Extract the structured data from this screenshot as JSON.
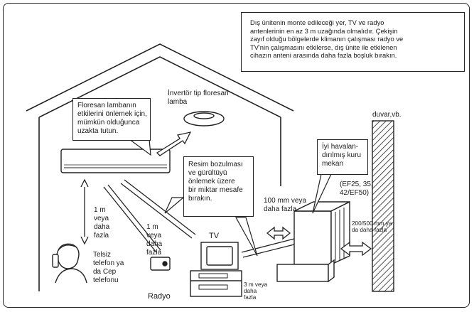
{
  "note_lines": [
    "Dış ünitenin monte edileceği yer, TV ve radyo",
    "antenlerinin en az 3 m uzağında olmalıdır. Çekişin",
    "zayıf olduğu bölgelerde klimanın çalışması radyo ve",
    "TV'nin çalışmasını etkilerse, dış ünite ile etkilenen",
    "cihazın anteni arasında daha fazla boşluk bırakın."
  ],
  "fluorescent_box": [
    "Floresan lambanın",
    "etkilerini önlemek için,",
    "mümkün olduğunca",
    "uzakta tutun."
  ],
  "inverter_lamp": [
    "İnvertör tip floresan",
    "lamba"
  ],
  "resim_box": [
    "Resim bozulması",
    "ve gürültüyü",
    "önlemek üzere",
    "bir miktar mesafe",
    "bırakın."
  ],
  "ventilated_box": [
    "İyi havalan-",
    "dırılmış kuru",
    "mekan"
  ],
  "wall_label": "duvar,vb.",
  "phone_distance": [
    "1 m",
    "veya",
    "daha",
    "fazla"
  ],
  "radio_distance": [
    "1 m",
    "veya",
    "daha",
    "fazla"
  ],
  "phone_label": [
    "Telsiz",
    "telefon ya",
    "da Cep",
    "telefonu"
  ],
  "radio_label": "Radyo",
  "tv_label": "TV",
  "clearance_100": [
    "100 mm veya",
    "daha fazla"
  ],
  "model_label": [
    "(EF25, 35,",
    "42/EF50)"
  ],
  "clearance_200": [
    "200/500 mm ya",
    "da daha fazla"
  ],
  "clearance_3m": [
    "3 m veya",
    "daha",
    "fazla"
  ]
}
